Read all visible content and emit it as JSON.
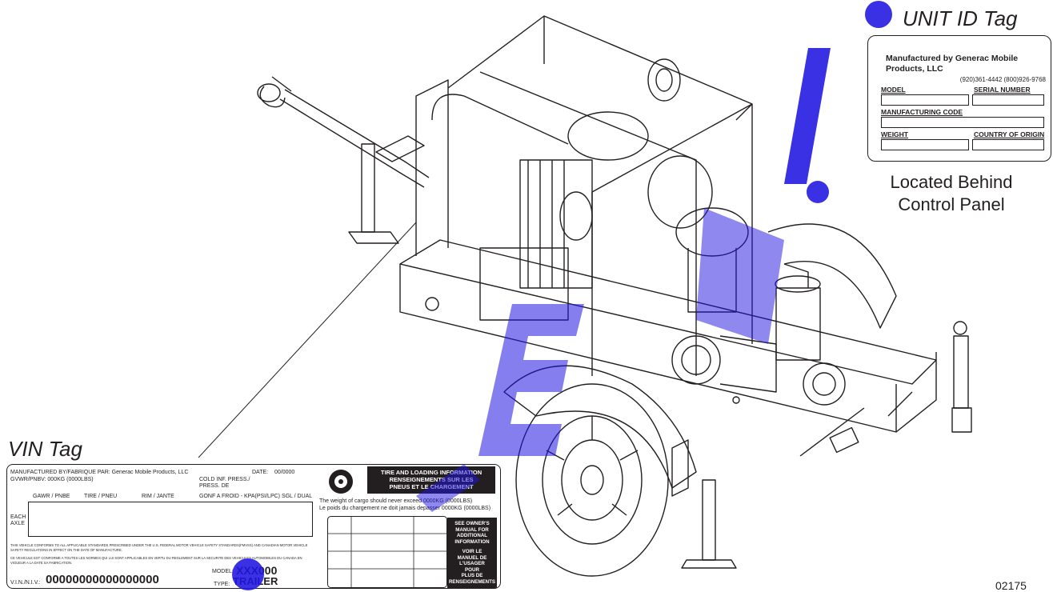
{
  "unit_id": {
    "title": "UNIT ID Tag",
    "manufacturer": "Manufactured by Generac Mobile Products, LLC",
    "phones": "(920)361-4442   (800)926-9768",
    "model_label": "MODEL",
    "serial_label": "SERIAL NUMBER",
    "mfg_code_label": "MANUFACTURING CODE",
    "weight_label": "WEIGHT",
    "country_label": "COUNTRY OF ORIGIN",
    "location_line1": "Located Behind",
    "location_line2": "Control Panel"
  },
  "vin": {
    "title": "VIN Tag",
    "mfr_line": "MANUFACTURED BY/FABRIQUE PAR:  Generac Mobile Products, LLC",
    "date_label": "DATE:",
    "date_value": "00/0000",
    "gvwr_line": "GVWR/PNBV:     000KG (0000LBS)",
    "cold_line1": "COLD INF. PRESS./",
    "cold_line2": "PRESS. DE",
    "col_gawr": "GAWR / PNBE",
    "col_tire": "TIRE / PNEU",
    "col_rim": "RIM / JANTE",
    "col_gonf": "GONF A FROID - KPA(PSI/LPC) SGL / DUAL",
    "each_axle_1": "EACH",
    "each_axle_2": "AXLE",
    "conform_en": "THIS VEHICLE CONFORMS TO ALL APPLICABLE STANDARDS PRESCRIBED UNDER THE U.S. FEDERAL MOTOR VEHICLE SAFETY STANDARDS(FMVSS) AND CANADIAN MOTOR VEHICLE SAFETY REGULATIONS IN EFFECT ON THE DATE OF MANUFACTURE.",
    "conform_fr": "CE VEHICULE EST CONFORME A TOUTES LES NORMES QUI LUI SONT APPLICABLES EN VERTU DU REGLEMENT SUR LA SECURITE DES VEHICULES AUTOMOBILES DU CANADA EN VIGUEUR A LA DATE SA FABRICATION.",
    "model_label": "MODEL:",
    "model_value": "XXX000",
    "vin_label": "V.I.N./N.I.V.:",
    "vin_value": "00000000000000000",
    "type_label": "TYPE:",
    "type_value": "TRAILER"
  },
  "tire": {
    "header_en": "TIRE AND LOADING INFORMATION",
    "header_fr1": "RENSEIGNEMENTS SUR LES",
    "header_fr2": "PNEUS ET LE CHARGEMENT",
    "weight_en": "The weight of cargo should never exceed 0000KG (0000LBS)",
    "weight_fr": "Le poids du chargement ne doit jamais depasser 0000KG (0000LBS)",
    "see_lines": [
      "SEE OWNER'S",
      "MANUAL FOR",
      "ADDITIONAL",
      "INFORMATION",
      "",
      "VOIR LE",
      "MANUEL DE",
      "L'USAGER",
      "POUR",
      "PLUS DE",
      "RENSEIGNEMENTS"
    ]
  },
  "figure_number": "02175",
  "colors": {
    "ink": "#231f20",
    "watermark": "#1f14e0"
  }
}
